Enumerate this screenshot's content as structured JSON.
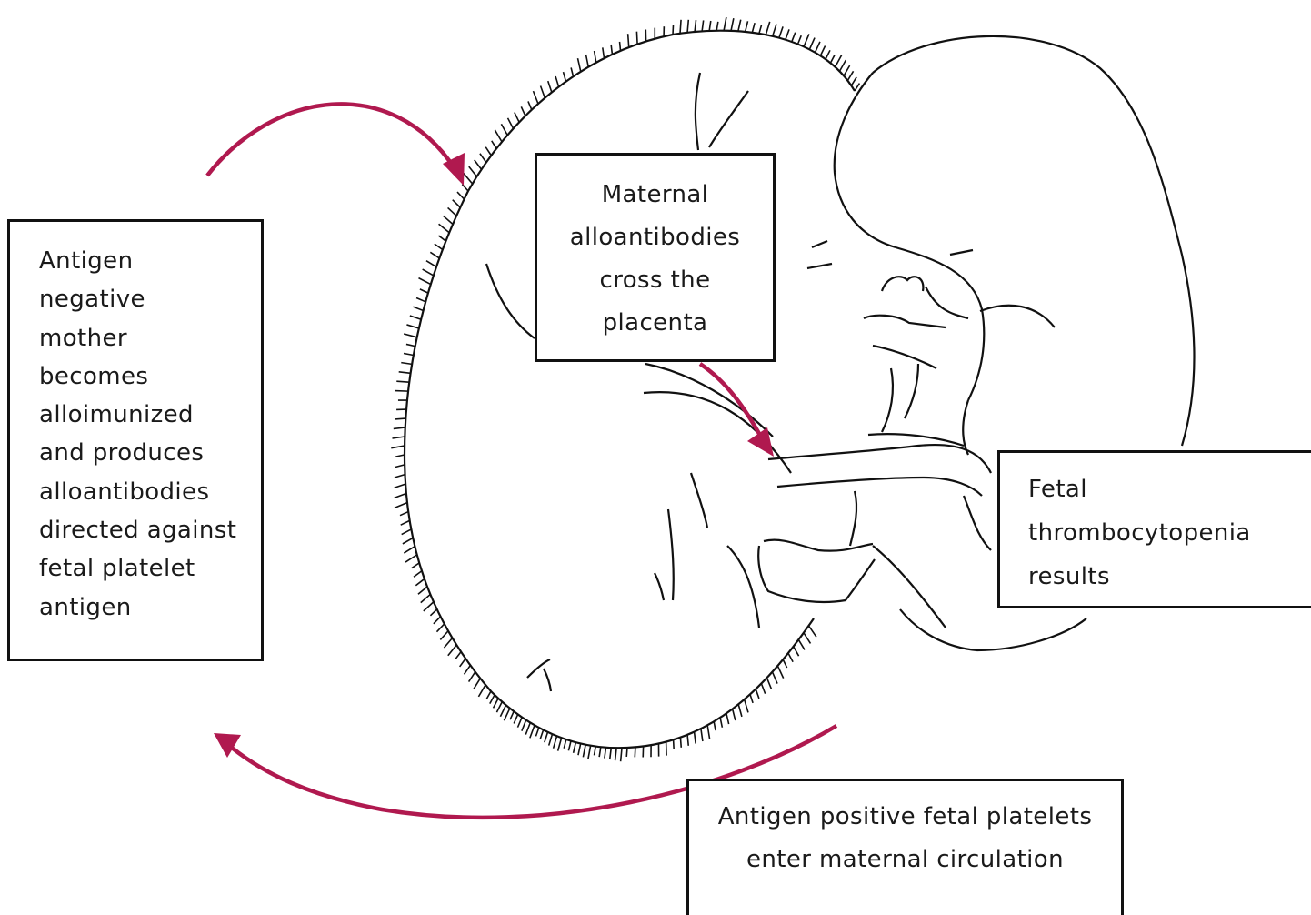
{
  "colors": {
    "arrow": "#b0194f",
    "outline": "#111111",
    "text": "#1a1a1a",
    "background": "#ffffff"
  },
  "icons": {
    "placenta": "placenta-drawing",
    "fetus": "fetus-drawing",
    "arrows": "curved-arrow"
  },
  "boxes": {
    "mother": {
      "lines": [
        "Antigen",
        "negative",
        "mother",
        "becomes",
        "alloimunized",
        "and produces",
        "alloantibodies",
        "directed against",
        "fetal platelet",
        "antigen"
      ]
    },
    "cross_placenta": {
      "lines": [
        "Maternal",
        "alloantibodies",
        "cross the",
        "placenta"
      ]
    },
    "result": {
      "lines": [
        "Fetal",
        "thrombocytopenia",
        "results"
      ]
    },
    "circulation": {
      "lines": [
        "Antigen positive fetal platelets",
        "enter maternal circulation"
      ]
    }
  }
}
